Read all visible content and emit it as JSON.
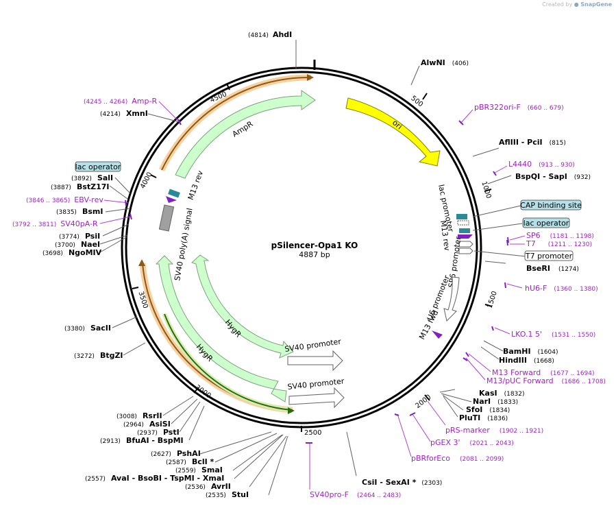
{
  "watermark": {
    "prefix": "Created by",
    "brand": "SnapGene"
  },
  "plasmid": {
    "name": "pSilencer-Opa1 KO",
    "size": "4887 bp"
  },
  "ticks": [
    "500",
    "1000",
    "1500",
    "2000",
    "2500",
    "3000",
    "3500",
    "4000",
    "4500"
  ],
  "arcs": [
    {
      "id": "ori",
      "label": "ori",
      "color": "#ffff00"
    },
    {
      "id": "ampr",
      "label": "AmpR",
      "color": "#ccffcc"
    },
    {
      "id": "hygr1",
      "label": "HygR",
      "color": "#ccffcc"
    },
    {
      "id": "hygr2",
      "label": "HygR",
      "color": "#ccffcc"
    },
    {
      "id": "sv40prom1",
      "label": "SV40 promoter",
      "color": "#ffffff"
    },
    {
      "id": "sv40prom2",
      "label": "SV40 promoter",
      "color": "#ffffff"
    },
    {
      "id": "sv40polya",
      "label": "SV40 poly(A) signal",
      "color": "#a0a0a0"
    },
    {
      "id": "lacprom",
      "label": "lac promoter"
    },
    {
      "id": "m13rev_in",
      "label": "M13 rev"
    },
    {
      "id": "sp6prom",
      "label": "SP6 promoter"
    },
    {
      "id": "u6prom",
      "label": "U6 promoter"
    },
    {
      "id": "m13fwd_in",
      "label": "M13 fwd"
    },
    {
      "id": "m13rev_left",
      "label": "M13 rev"
    }
  ],
  "enzymes": [
    {
      "name": "AhdI",
      "coord": "(4814)"
    },
    {
      "name": "AlwNI",
      "coord": "(406)"
    },
    {
      "name": "AflIII  -  PciI",
      "coord": "(815)"
    },
    {
      "name": "BspQI  -  SapI",
      "coord": "(932)"
    },
    {
      "name": "BseRI",
      "coord": "(1274)"
    },
    {
      "name": "BamHI",
      "coord": "(1604)"
    },
    {
      "name": "HindIII",
      "coord": "(1668)"
    },
    {
      "name": "KasI",
      "coord": "(1832)"
    },
    {
      "name": "NarI",
      "coord": "(1833)"
    },
    {
      "name": "SfoI",
      "coord": "(1834)"
    },
    {
      "name": "PluTI",
      "coord": "(1836)"
    },
    {
      "name": "CsiI  -  SexAI *",
      "coord": "(2303)"
    },
    {
      "name": "XmnI",
      "coord": "(4214)"
    },
    {
      "name": "SalI",
      "coord": "(3892)"
    },
    {
      "name": "BstZ17I",
      "coord": "(3887)"
    },
    {
      "name": "BsmI",
      "coord": "(3835)"
    },
    {
      "name": "PsiI",
      "coord": "(3774)"
    },
    {
      "name": "NaeI",
      "coord": "(3700)"
    },
    {
      "name": "NgoMIV",
      "coord": "(3698)"
    },
    {
      "name": "SacII",
      "coord": "(3380)"
    },
    {
      "name": "BtgZI",
      "coord": "(3272)"
    },
    {
      "name": "RsrII",
      "coord": "(3008)"
    },
    {
      "name": "AsiSI",
      "coord": "(2964)"
    },
    {
      "name": "PstI",
      "coord": "(2937)"
    },
    {
      "name": "BfuAI  -  BspMI",
      "coord": "(2913)"
    },
    {
      "name": "PshAI",
      "coord": "(2627)"
    },
    {
      "name": "BclI *",
      "coord": "(2587)"
    },
    {
      "name": "SmaI",
      "coord": "(2559)"
    },
    {
      "name": "AvaI  -  BsoBI  -  TspMI  -  XmaI",
      "coord": "(2557)"
    },
    {
      "name": "AvrII",
      "coord": "(2536)"
    },
    {
      "name": "StuI",
      "coord": "(2535)"
    }
  ],
  "primers": [
    {
      "name": "pBR322ori-F",
      "coord": "(660 .. 679)"
    },
    {
      "name": "L4440",
      "coord": "(913 .. 930)"
    },
    {
      "name": "SP6",
      "coord": "(1181 .. 1198)"
    },
    {
      "name": "T7",
      "coord": "(1211 .. 1230)"
    },
    {
      "name": "hU6-F",
      "coord": "(1360 .. 1380)"
    },
    {
      "name": "LKO.1 5'",
      "coord": "(1531 .. 1550)"
    },
    {
      "name": "M13 Forward",
      "coord": "(1677 .. 1694)"
    },
    {
      "name": "M13/pUC Forward",
      "coord": "(1686 .. 1708)"
    },
    {
      "name": "pRS-marker",
      "coord": "(1902 .. 1921)"
    },
    {
      "name": "pGEX 3'",
      "coord": "(2021 .. 2043)"
    },
    {
      "name": "pBRforEco",
      "coord": "(2081 .. 2099)"
    },
    {
      "name": "SV40pro-F",
      "coord": "(2464 .. 2483)"
    },
    {
      "name": "Amp-R",
      "coord": "(4245 .. 4264)"
    },
    {
      "name": "EBV-rev",
      "coord": "(3846 .. 3865)"
    },
    {
      "name": "SV40pA-R",
      "coord": "(3792 .. 3811)"
    }
  ],
  "boxed": [
    {
      "name": "CAP binding site",
      "fill": "#b6e0e8"
    },
    {
      "name": "lac operator",
      "fill": "#b6e0e8"
    },
    {
      "name": "T7 promoter",
      "fill": "#ffffff"
    },
    {
      "name": "lac operator",
      "fill": "#b6e0e8"
    }
  ]
}
